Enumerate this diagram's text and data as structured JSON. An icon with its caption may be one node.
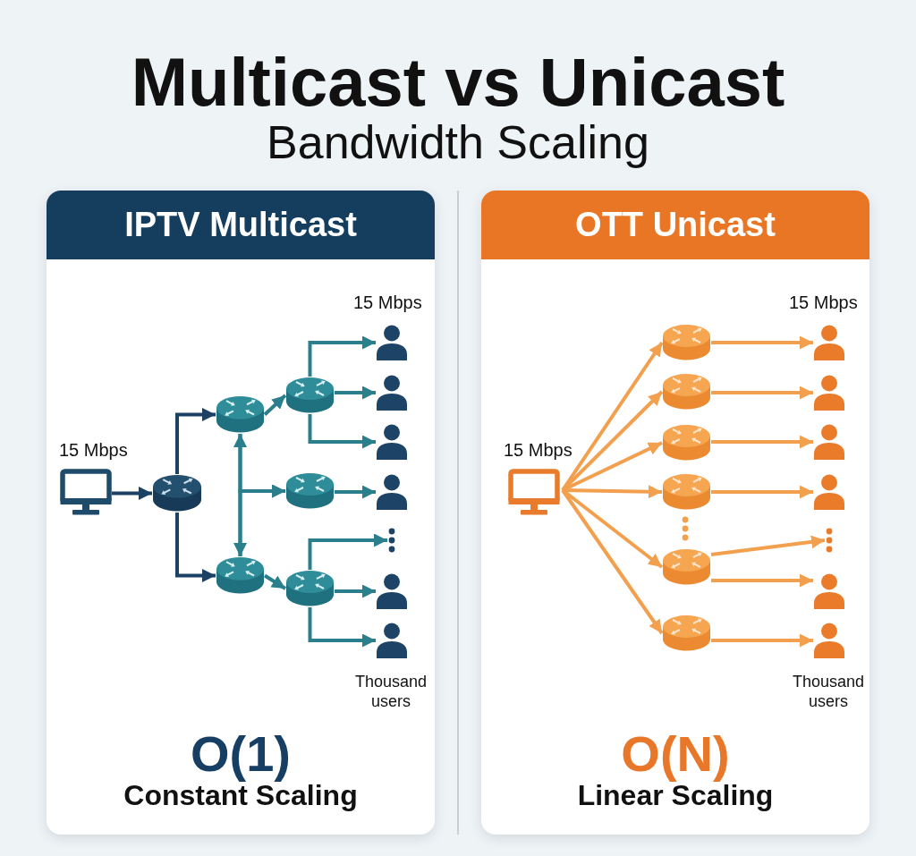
{
  "diagram": {
    "title": "Multicast vs Unicast",
    "nodes": [
      {
        "text": [
          "IPTV Multicast",
          "O(1)",
          "Constant Scaling"
        ]
      },
      {
        "text": [],
        "shape": "monitor",
        "in": 0,
        "beside": [
          "15 Mbps"
        ]
      },
      {
        "text": [],
        "shape": "cylinder",
        "in": 0
      },
      {
        "text": [],
        "shape": "cylinder",
        "in": 0
      },
      {
        "text": [],
        "shape": "cylinder",
        "in": 0
      },
      {
        "text": [],
        "shape": "cylinder",
        "in": 0
      },
      {
        "text": [],
        "shape": "cylinder",
        "in": 0
      },
      {
        "text": [],
        "shape": "cylinder",
        "in": 0
      },
      {
        "text": [],
        "shape": "person",
        "in": 0,
        "beside": [
          "15 Mbps"
        ]
      },
      {
        "text": [],
        "shape": "person",
        "in": 0
      },
      {
        "text": [],
        "shape": "person",
        "in": 0
      },
      {
        "text": [],
        "shape": "person",
        "in": 0
      },
      {
        "text": [],
        "shape": "dots",
        "in": 0
      },
      {
        "text": [],
        "shape": "person",
        "in": 0
      },
      {
        "text": [],
        "shape": "person",
        "in": 0
      },
      {
        "text": [
          "OTT Unicast",
          "O(N)",
          "Linear Scaling"
        ]
      },
      {
        "text": [],
        "shape": "monitor",
        "in": 15,
        "beside": [
          "15 Mbps"
        ]
      },
      {
        "text": [],
        "shape": "cylinder",
        "in": 15
      },
      {
        "text": [],
        "shape": "cylinder",
        "in": 15
      },
      {
        "text": [],
        "shape": "cylinder",
        "in": 15
      },
      {
        "text": [],
        "shape": "cylinder",
        "in": 15
      },
      {
        "text": [],
        "shape": "cylinder",
        "in": 15
      },
      {
        "text": [],
        "shape": "cylinder",
        "in": 15
      },
      {
        "text": [],
        "shape": "person",
        "in": 15,
        "beside": [
          "15 Mbps"
        ]
      },
      {
        "text": [],
        "shape": "person",
        "in": 15
      },
      {
        "text": [],
        "shape": "person",
        "in": 15
      },
      {
        "text": [],
        "shape": "person",
        "in": 15
      },
      {
        "text": [],
        "shape": "dots",
        "in": 15
      },
      {
        "text": [],
        "shape": "person",
        "in": 15
      },
      {
        "text": [],
        "shape": "person",
        "in": 15
      }
    ],
    "edges": [
      {
        "from": 1,
        "to": 2,
        "arrow": "to",
        "color": "#1b4264"
      },
      {
        "from": 2,
        "to": 3,
        "arrow": "to",
        "color": "#1b4264"
      },
      {
        "from": 2,
        "to": 4,
        "arrow": "to",
        "color": "#1b4264"
      },
      {
        "from": 3,
        "to": 4,
        "arrow": "both",
        "color": "#2b7f8c"
      },
      {
        "from": 3,
        "to": 6,
        "arrow": "to",
        "color": "#2b7f8c"
      },
      {
        "from": 4,
        "to": 6,
        "arrow": "to",
        "color": "#2b7f8c"
      },
      {
        "from": 3,
        "to": 5,
        "arrow": "to",
        "color": "#2b7f8c"
      },
      {
        "from": 4,
        "to": 7,
        "arrow": "to",
        "color": "#2b7f8c"
      },
      {
        "from": 5,
        "to": 8,
        "arrow": "to",
        "color": "#2b7f8c"
      },
      {
        "from": 5,
        "to": 9,
        "arrow": "to",
        "color": "#2b7f8c"
      },
      {
        "from": 5,
        "to": 10,
        "arrow": "to",
        "color": "#2b7f8c"
      },
      {
        "from": 6,
        "to": 11,
        "arrow": "to",
        "color": "#2b7f8c"
      },
      {
        "from": 7,
        "to": 12,
        "arrow": "to",
        "color": "#2b7f8c"
      },
      {
        "from": 7,
        "to": 13,
        "arrow": "to",
        "color": "#2b7f8c"
      },
      {
        "from": 7,
        "to": 14,
        "arrow": "to",
        "color": "#2b7f8c"
      },
      {
        "from": 16,
        "to": 17,
        "arrow": "to"
      },
      {
        "from": 16,
        "to": 18,
        "arrow": "to"
      },
      {
        "from": 16,
        "to": 19,
        "arrow": "to"
      },
      {
        "from": 16,
        "to": 20,
        "arrow": "to"
      },
      {
        "from": 16,
        "to": 21,
        "arrow": "to"
      },
      {
        "from": 16,
        "to": 22,
        "arrow": "to"
      },
      {
        "from": 17,
        "to": 23,
        "arrow": "to"
      },
      {
        "from": 18,
        "to": 24,
        "arrow": "to"
      },
      {
        "from": 19,
        "to": 25,
        "arrow": "to"
      },
      {
        "from": 20,
        "to": 26,
        "arrow": "to"
      },
      {
        "from": 21,
        "to": 27,
        "arrow": "to"
      },
      {
        "from": 21,
        "to": 28,
        "arrow": "to"
      },
      {
        "from": 22,
        "to": 29,
        "arrow": "to"
      }
    ],
    "labels": [
      "Bandwidth Scaling",
      "Thousand users",
      "Thousand users"
    ]
  }
}
